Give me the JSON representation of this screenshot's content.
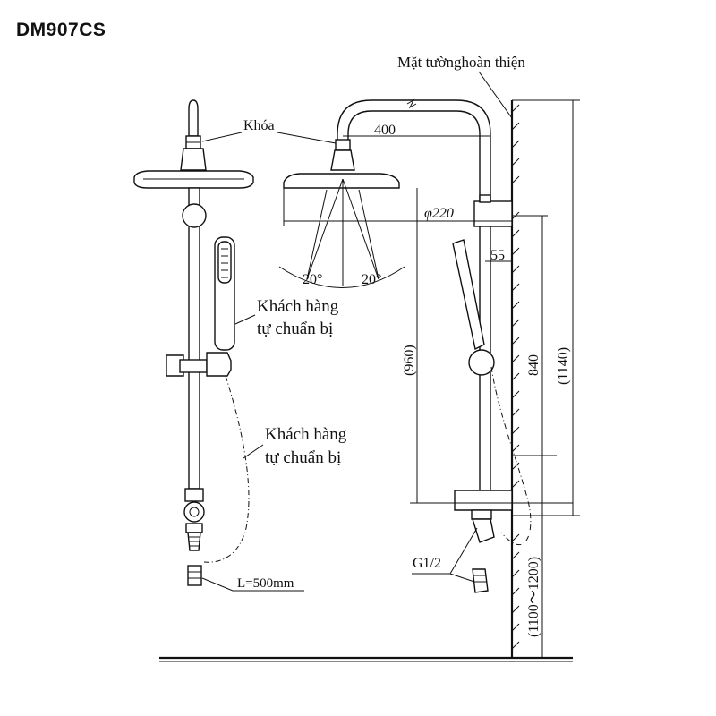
{
  "model": "DM907CS",
  "labels": {
    "wall": "Mặt tườnghoàn thiện",
    "lock": "Khóa",
    "customer1_l1": "Khách hàng",
    "customer1_l2": "tự chuẩn bị",
    "customer2_l1": "Khách hàng",
    "customer2_l2": "tự chuẩn bị",
    "hose": "L=500mm",
    "thread": "G1/2"
  },
  "dimensions": {
    "arm": "400",
    "head_dia": "φ220",
    "offset": "55",
    "angle_left": "20°",
    "angle_right": "20°",
    "height_960": "(960)",
    "height_840": "840",
    "height_1140": "(1140)",
    "install_range": "(1100～1200)"
  }
}
